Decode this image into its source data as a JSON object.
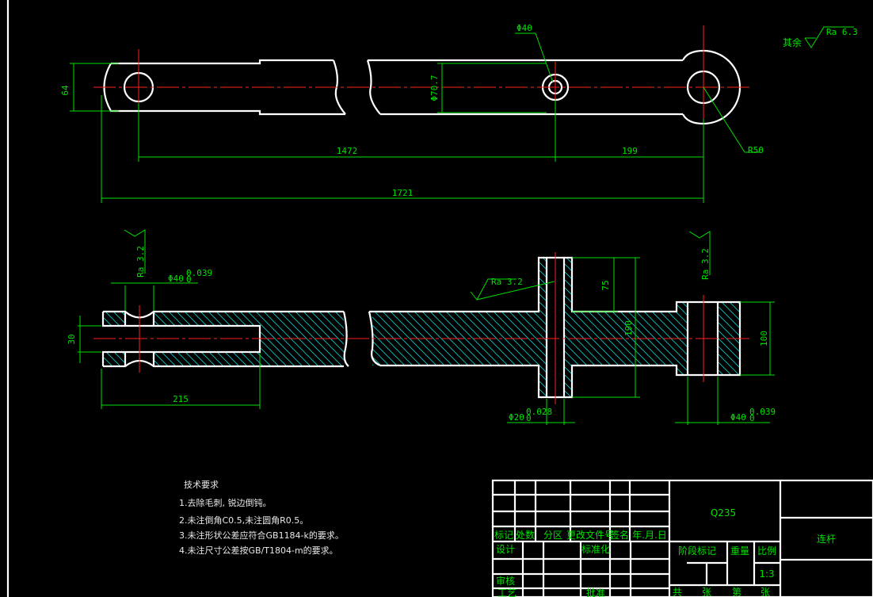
{
  "dimensions": {
    "height_64": "64",
    "dia_70_7": "Φ70.7",
    "dia_40_top": "Φ40",
    "len_1472": "1472",
    "len_199": "199",
    "radius_r50": "R50",
    "len_1721": "1721",
    "bore_40_left": "Φ40",
    "tol_left": "0.039",
    "tol_left_zero": "0",
    "width_30": "30",
    "len_215": "215",
    "pin_75": "75",
    "pin_190": "190",
    "boss_100": "100",
    "pin_dia_20": "Φ20",
    "tol_pin": "0.028",
    "tol_pin_zero": "0",
    "bore_40_right": "Φ40",
    "tol_right": "0.039",
    "tol_right_zero": "0"
  },
  "roughness": {
    "others_label": "其余",
    "ra_6_3": "Ra 6.3",
    "ra_3_2_left": "Ra 3.2",
    "ra_3_2_mid": "Ra 3.2",
    "ra_3_2_right": "Ra 3.2"
  },
  "notes": {
    "title": "技术要求",
    "items": [
      "1.去除毛刺, 锐边倒钝。",
      "2.未注倒角C0.5,未注圆角R0.5。",
      "3.未注形状公差应符合GB1184-k的要求。",
      "4.未注尺寸公差按GB/T1804-m的要求。"
    ]
  },
  "title_block": {
    "material": "Q235",
    "part_name": "连杆",
    "headers": [
      "标记",
      "处数",
      "分区",
      "更改文件号",
      "签名",
      "年.月.日"
    ],
    "design": "设计",
    "standardize": "标准化",
    "review": "审核",
    "process": "工艺",
    "approve": "批准",
    "stage_mark": "阶段标记",
    "weight": "重量",
    "scale_label": "比例",
    "scale_value": "1:3",
    "sheets_total": "共",
    "sheets_unit": "张",
    "sheet_no": "第",
    "sheet_unit2": "张"
  }
}
